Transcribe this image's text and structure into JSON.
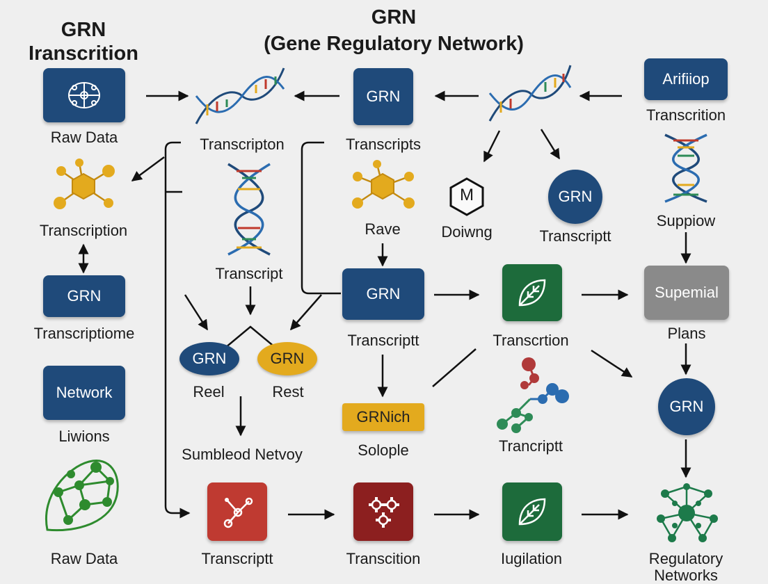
{
  "titles": {
    "left_line1": "GRN",
    "left_line2": "Iranscrition",
    "center_line1": "GRN",
    "center_line2": "(Gene Regulatory Network)"
  },
  "boxes": {
    "raw_data_top_label": "Raw Data",
    "dna1_label": "Transcripton",
    "grn_top_box": "GRN",
    "grn_top_label": "Transcripts",
    "arifiiop_box": "Arifiiop",
    "arifiiop_label": "Transcrition",
    "transcription_left_label": "Transcription",
    "dna2_label": "Transcript",
    "rave_label": "Rave",
    "hex_m_glyph": "M",
    "hex_m_label": "Doiwng",
    "grn_circle_mid": "GRN",
    "grn_circle_mid_label": "Transcriptt",
    "suppiow_label": "Suppiow",
    "grn_left_box": "GRN",
    "grn_left_label": "Transcriptiome",
    "grn_center_box": "GRN",
    "grn_center_label": "Transcriptt",
    "leaf_mid_label": "Transcrtion",
    "supemial_box": "Supemial",
    "supemial_label": "Plans",
    "oval_blue": "GRN",
    "oval_blue_label": "Reel",
    "oval_yellow": "GRN",
    "oval_yellow_label": "Rest",
    "grnich_box": "GRNich",
    "grnich_label": "Solople",
    "molecule_label": "Trancriptt",
    "grn_circle_right": "GRN",
    "network_box": "Network",
    "network_label": "Liwions",
    "sumbleod_label": "Sumbleod Netvoy",
    "raw_data_bottom_label": "Raw Data",
    "bottom_red_label": "Transcriptt",
    "bottom_maroon_label": "Transcition",
    "bottom_green_label": "Iugilation",
    "regulatory_label_line1": "Regulatory",
    "regulatory_label_line2": "Networks"
  },
  "colors": {
    "navy": "#1f4a7a",
    "green": "#1d6b3b",
    "red": "#bf3a31",
    "maroon": "#8c1f1f",
    "grey": "#8a8a8a",
    "yellow": "#e3aa1e",
    "background": "#efefef"
  }
}
